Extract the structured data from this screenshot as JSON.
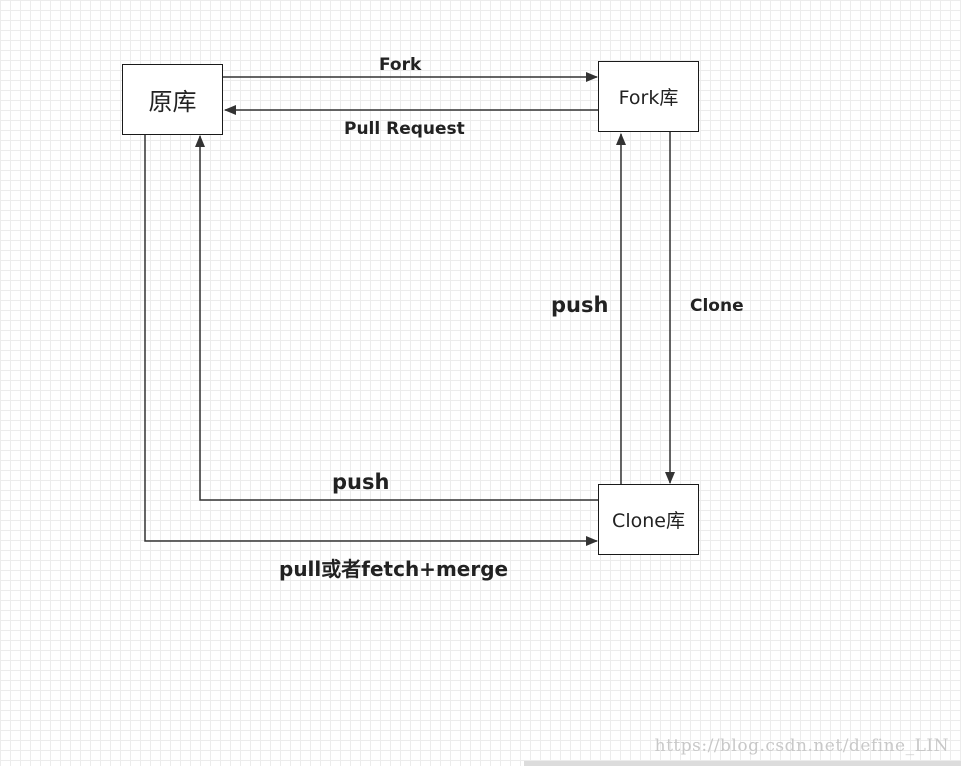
{
  "nodes": {
    "origin": "原库",
    "fork": "Fork库",
    "clone": "Clone库"
  },
  "edges": {
    "fork": "Fork",
    "pull_request": "Pull Request",
    "push_up": "push",
    "clone": "Clone",
    "push_left": "push",
    "pull_merge": "pull或者fetch+merge"
  },
  "watermark": "https://blog.csdn.net/define_LIN",
  "colors": {
    "line": "#333333",
    "box_border": "#1a1a1a",
    "grid": "#ececec"
  }
}
